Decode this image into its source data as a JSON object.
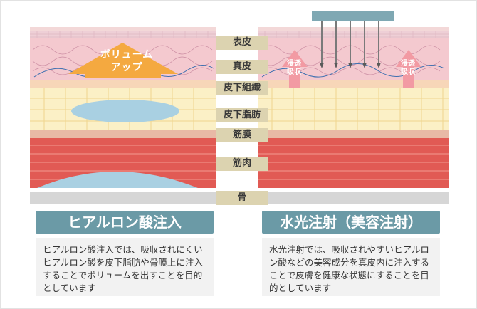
{
  "layers": {
    "epidermis": "表皮",
    "dermis": "真皮",
    "subcutaneous": "皮下組織",
    "fat": "皮下脂肪",
    "fascia": "筋膜",
    "muscle": "筋肉",
    "bone": "骨"
  },
  "left": {
    "volume_line1": "ボリューム",
    "volume_line2": "アップ",
    "title": "ヒアルロン酸注入",
    "description": "ヒアルロン酸注入では、吸収されにくいヒアルロン酸を皮下脂肪や骨膜上に注入することでボリュームを出すことを目的としています"
  },
  "right": {
    "absorb_line1": "浸透",
    "absorb_line2": "吸収",
    "title": "水光注射（美容注射）",
    "description": "水光注射では、吸収されやすいヒアルロン酸などの美容成分を真皮内に注入することで皮膚を健康な状態にすることを目的としています"
  },
  "colors": {
    "epidermis": "#f3d8d8",
    "dermis": "#f4c9cf",
    "subcutaneous_band": "#f7d6b8",
    "fat": "#fbf0c6",
    "fat_cells": "#f6e2a6",
    "fascia": "#e8b9a6",
    "muscle": "#e15a54",
    "muscle_light": "#ea7a72",
    "bone": "#d6d6d6",
    "hyaluronic": "#a9d0e2",
    "volume_arrow": "#f4a940",
    "label_bg": "#dcd3b0",
    "title_bg": "#6b9aa6",
    "injector": "#7fa8b3",
    "absorb_arrow": "#f29aa3"
  }
}
